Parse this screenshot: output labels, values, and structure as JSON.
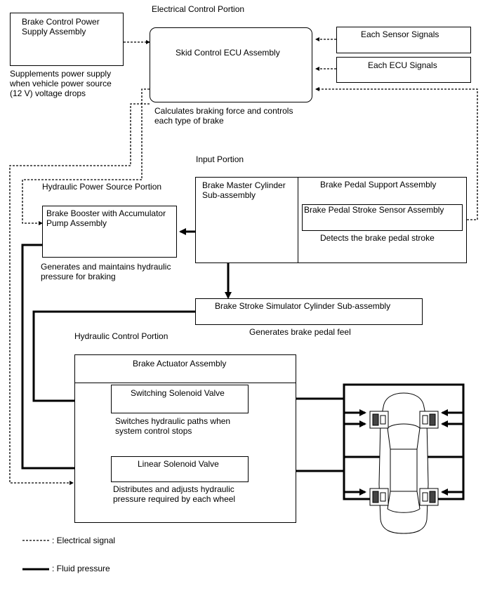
{
  "sections": {
    "electrical_control": "Electrical Control Portion",
    "input": "Input Portion",
    "hydraulic_power": "Hydraulic Power Source Portion",
    "hydraulic_control": "Hydraulic Control Portion"
  },
  "components": {
    "power_supply": {
      "line1": "Brake Control Power",
      "line2": "Supply Assembly"
    },
    "power_supply_note": {
      "line1": "Supplements power supply",
      "line2": "when vehicle power source",
      "line3": "(12 V) voltage drops"
    },
    "ecu": "Skid Control ECU Assembly",
    "ecu_note": {
      "line1": "Calculates braking force and controls",
      "line2": "each type of brake"
    },
    "sensor_signals": "Each Sensor Signals",
    "ecu_signals": "Each ECU Signals",
    "master_cylinder": {
      "line1": "Brake Master Cylinder",
      "line2": "Sub-assembly"
    },
    "pedal_support": "Brake Pedal Support Assembly",
    "stroke_sensor": "Brake Pedal Stroke Sensor Assembly",
    "stroke_sensor_note": "Detects the brake pedal stroke",
    "booster": {
      "line1": "Brake Booster with Accumulator",
      "line2": "Pump Assembly"
    },
    "booster_note": {
      "line1": "Generates and maintains hydraulic",
      "line2": "pressure for braking"
    },
    "simulator": "Brake Stroke Simulator Cylinder Sub-assembly",
    "simulator_note": "Generates brake pedal feel",
    "actuator": "Brake Actuator Assembly",
    "switching_valve": "Switching Solenoid Valve",
    "switching_note": {
      "line1": "Switches hydraulic paths when",
      "line2": "system control stops"
    },
    "linear_valve": "Linear Solenoid Valve",
    "linear_note": {
      "line1": "Distributes and adjusts hydraulic",
      "line2": "pressure required by each wheel"
    }
  },
  "legend": {
    "electrical": ": Electrical signal",
    "fluid": ": Fluid pressure"
  }
}
